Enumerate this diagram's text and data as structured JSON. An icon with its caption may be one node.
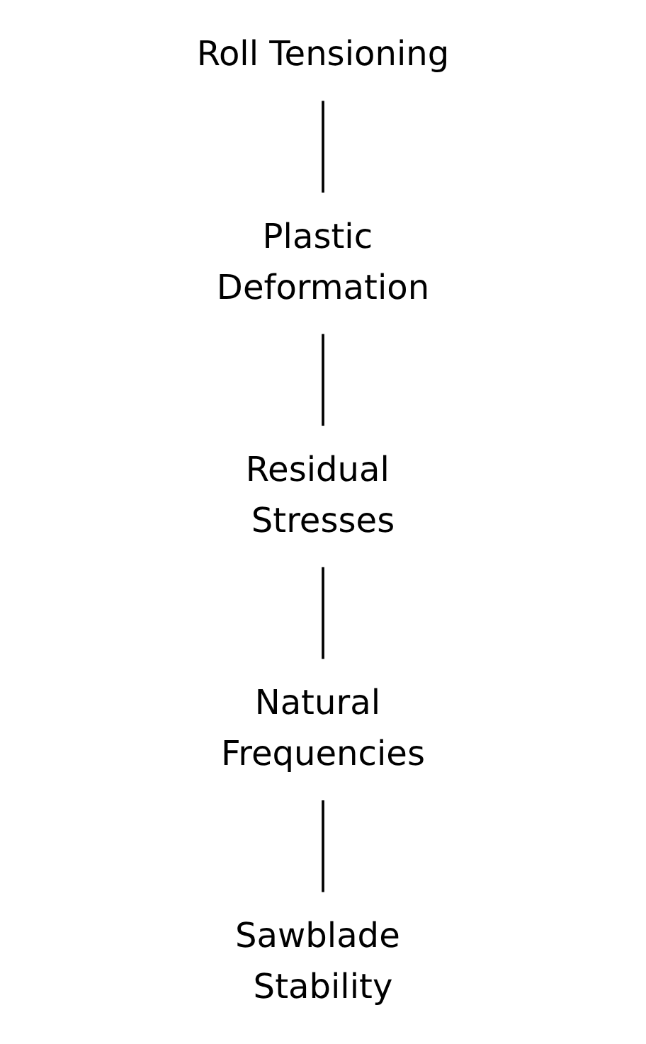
{
  "diagram": {
    "nodes": [
      {
        "text": [
          "Roll Tensioning"
        ]
      },
      {
        "text": [
          "Plastic Deformation"
        ]
      },
      {
        "text": [
          "Residual Stresses"
        ]
      },
      {
        "text": [
          "Natural Frequencies"
        ]
      },
      {
        "text": [
          "Sawblade Stability"
        ]
      }
    ],
    "edges": [
      {
        "from": 0,
        "to": 1,
        "arrow": "none"
      },
      {
        "from": 1,
        "to": 2,
        "arrow": "none"
      },
      {
        "from": 2,
        "to": 3,
        "arrow": "none"
      },
      {
        "from": 3,
        "to": 4,
        "arrow": "none"
      }
    ]
  }
}
